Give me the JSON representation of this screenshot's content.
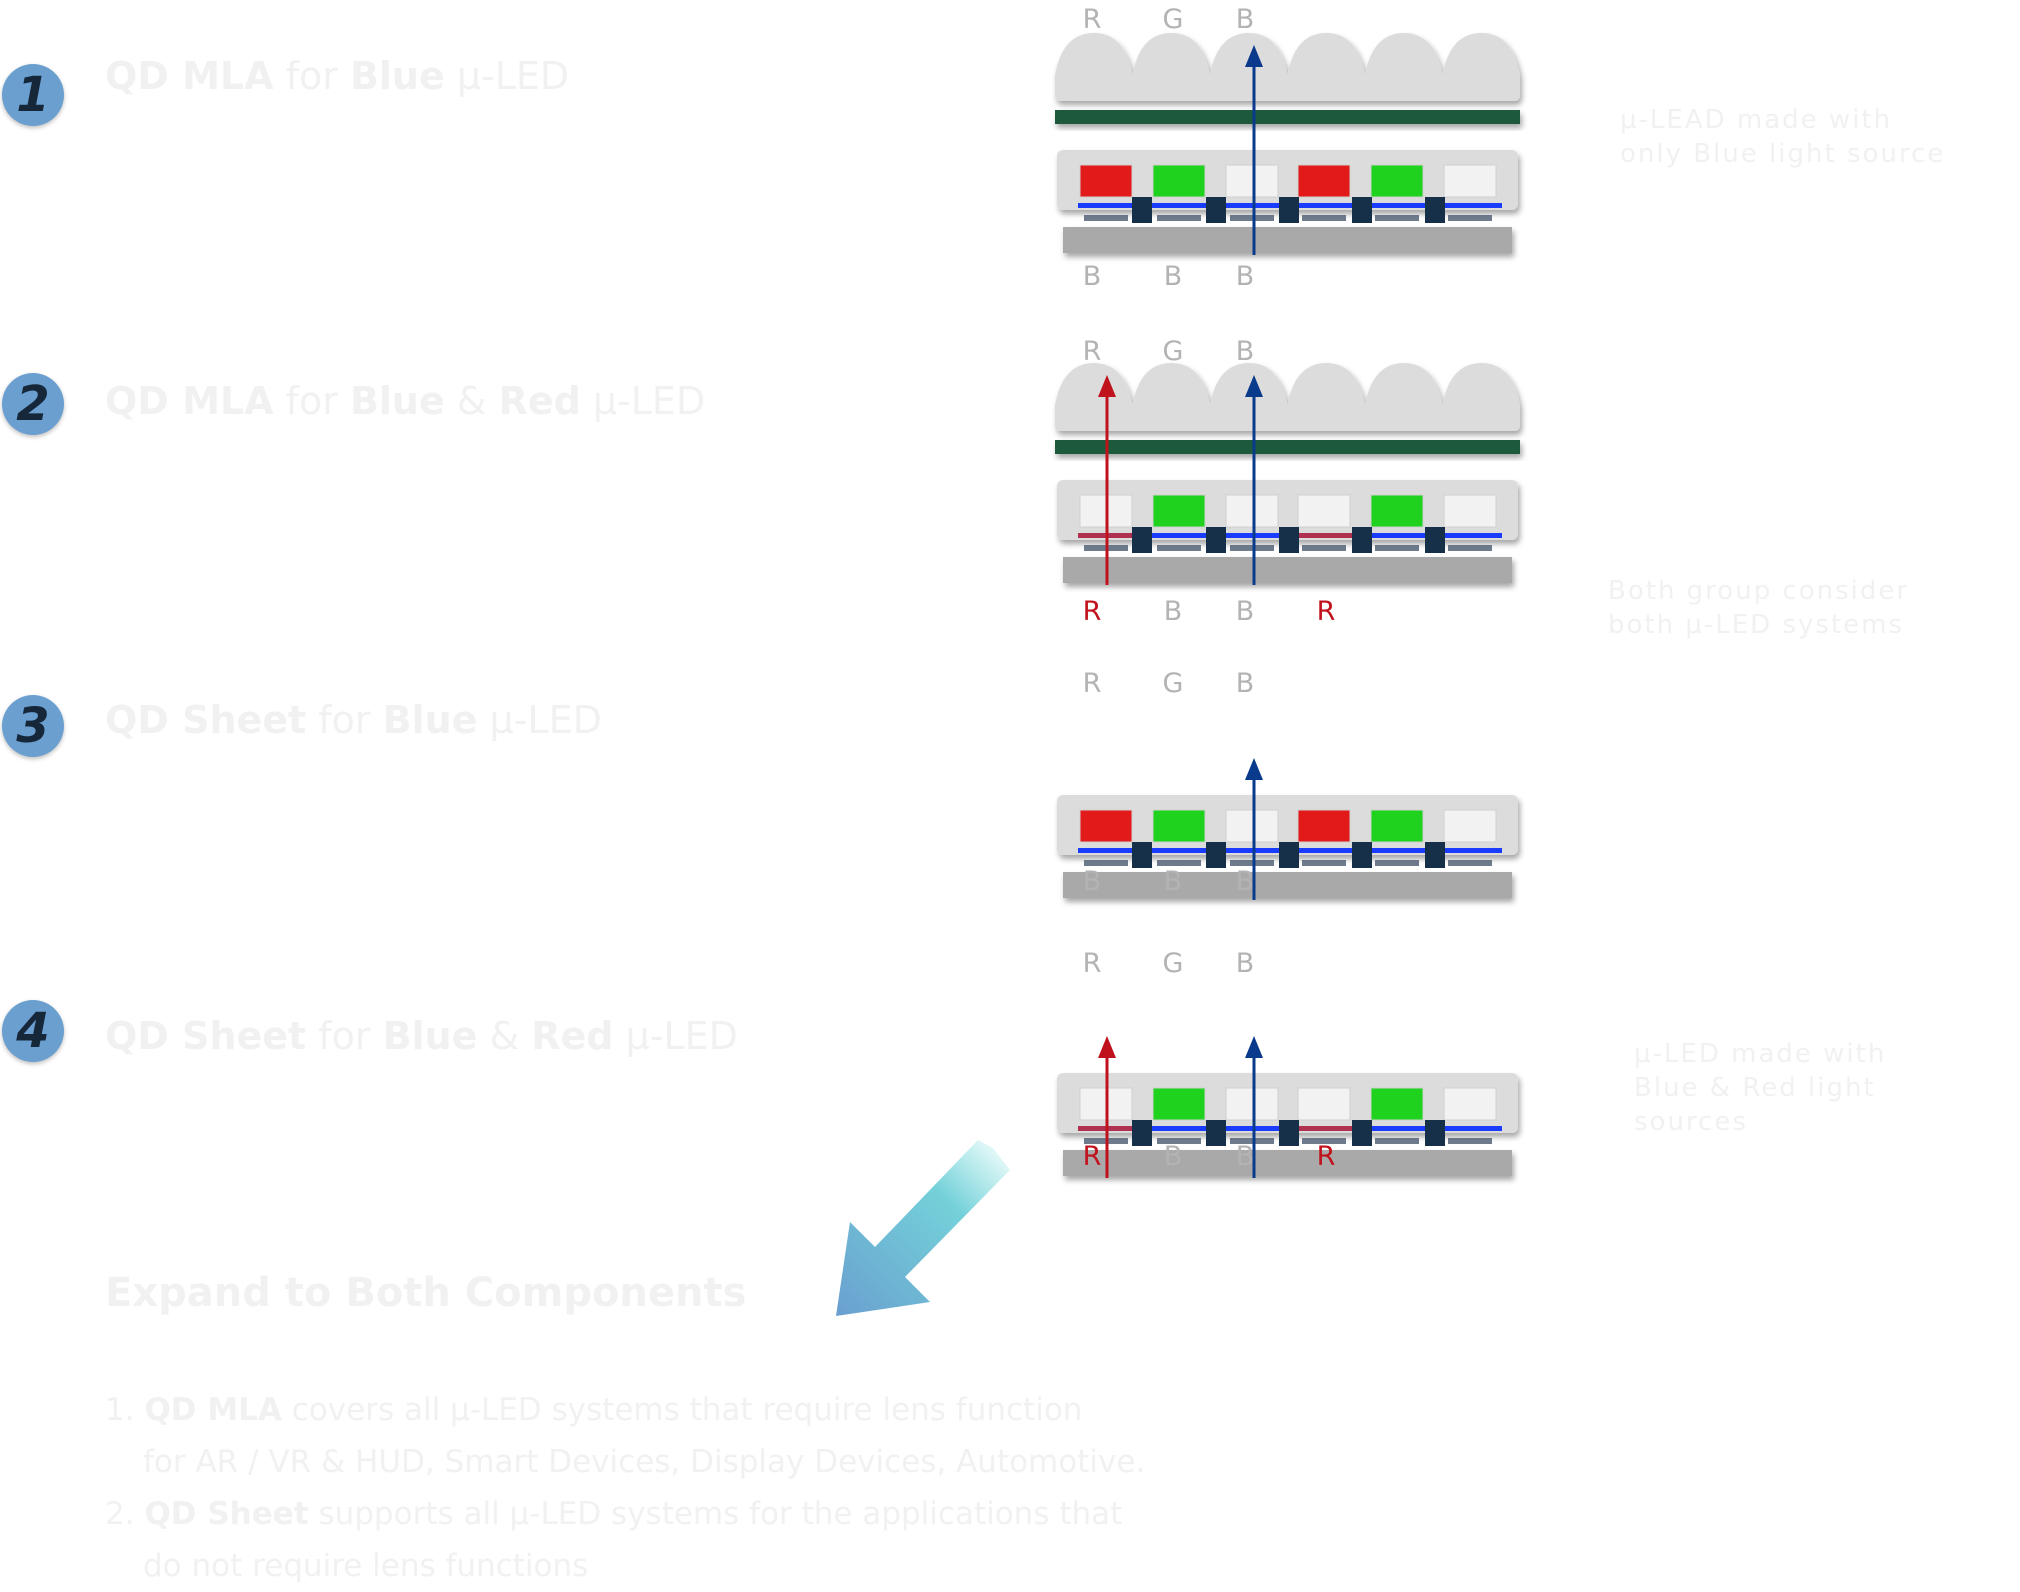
{
  "items": [
    {
      "num": "1",
      "pre": "QD MLA",
      "mid": " for ",
      "strong2": "Blue",
      "amp": "",
      "strong3": "",
      "post": " μ-LED"
    },
    {
      "num": "2",
      "pre": "QD MLA",
      "mid": " for ",
      "strong2": "Blue",
      "amp": " & ",
      "strong3": "Red",
      "post": " μ-LED"
    },
    {
      "num": "3",
      "pre": "QD Sheet",
      "mid": " for ",
      "strong2": "Blue",
      "amp": "",
      "strong3": "",
      "post": " μ-LED"
    },
    {
      "num": "4",
      "pre": "QD Sheet",
      "mid": " for ",
      "strong2": "Blue",
      "amp": " & ",
      "strong3": "Red",
      "post": " μ-LED"
    }
  ],
  "notes": {
    "n1": "μ-LEAD made with\nonly Blue light source",
    "n2": "Both group consider\nboth μ-LED systems",
    "n3": "μ-LED made with\nBlue & Red light\nsources"
  },
  "expand": {
    "title": "Expand to Both Components",
    "l1_num": "1. ",
    "l1_bold": "QD MLA",
    "l1_text": " covers all μ-LED systems that require lens function",
    "l1_cont": "for AR / VR & HUD, Smart Devices, Display Devices, Automotive.",
    "l2_num": "2. ",
    "l2_bold": "QD Sheet",
    "l2_text": " supports all μ-LED systems for the applications that",
    "l2_cont": "do not require lens functions"
  },
  "diagrams": [
    {
      "lens": true,
      "top_labels": [
        "R",
        "G",
        "B"
      ],
      "bottom_labels": [
        "B",
        "B",
        "B"
      ],
      "red_emitters": false
    },
    {
      "lens": true,
      "top_labels": [
        "R",
        "G",
        "B"
      ],
      "bottom_labels": [
        "R",
        "B",
        "B",
        "R"
      ],
      "red_emitters": true
    },
    {
      "lens": false,
      "top_labels": [
        "R",
        "G",
        "B"
      ],
      "bottom_labels": [
        "B",
        "B",
        "B"
      ],
      "red_emitters": false
    },
    {
      "lens": false,
      "top_labels": [
        "R",
        "G",
        "B"
      ],
      "bottom_labels": [
        "R",
        "B",
        "B",
        "R"
      ],
      "red_emitters": true
    }
  ],
  "colors": {
    "badge": "#6a9fd0",
    "badge_text": "#16273a",
    "lens": "#dcdcdc",
    "green_film": "#1f5a3a",
    "qd_red": "#e31a1a",
    "qd_green": "#1ed21e",
    "blue_led": "#1a3cff",
    "red_led": "#b03050",
    "substrate": "#a9a9a9",
    "chip": "#17304a",
    "arrow_blue": "#0a3a8c",
    "arrow_red": "#c0121c",
    "label_grey": "#b3b3b3",
    "label_red": "#c0121c"
  }
}
